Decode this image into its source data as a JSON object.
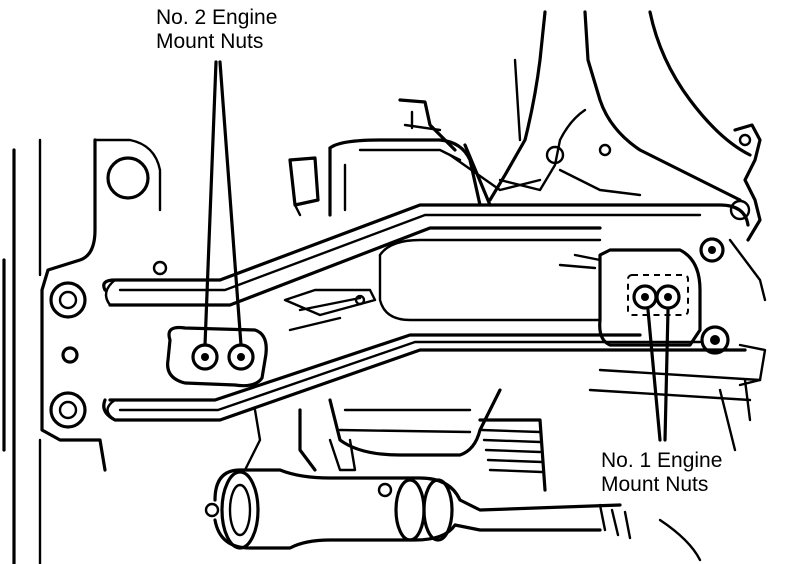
{
  "labels": {
    "no2_line1": "No. 2 Engine",
    "no2_line2": "Mount Nuts",
    "no1_line1": "No. 1 Engine",
    "no1_line2": "Mount Nuts"
  },
  "colors": {
    "ink": "#000000",
    "paper": "#ffffff"
  }
}
